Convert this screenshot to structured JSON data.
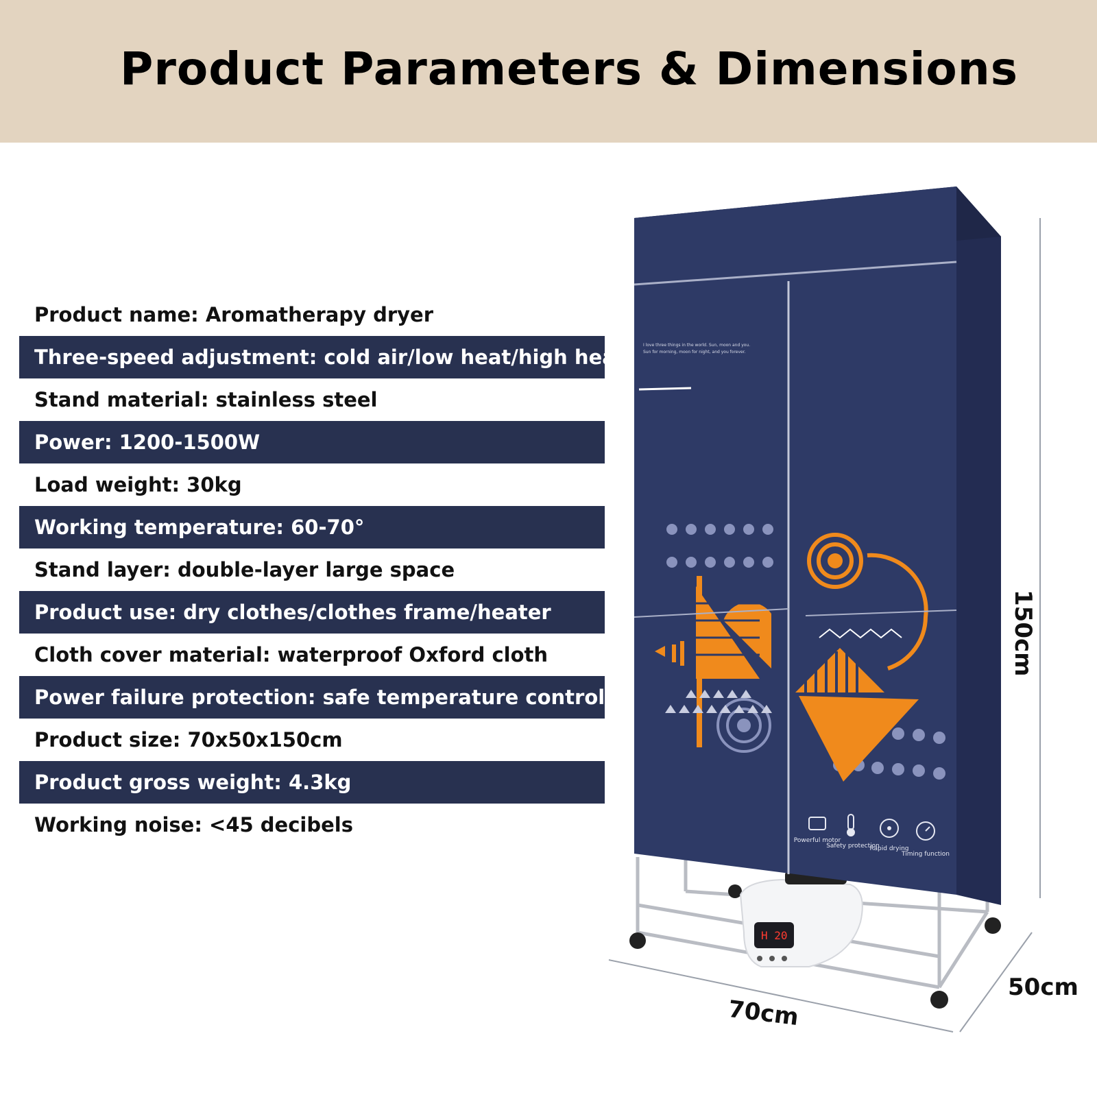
{
  "title": "Product Parameters & Dimensions",
  "specs": [
    {
      "text": "Product name: Aromatherapy dryer",
      "style": "light"
    },
    {
      "text": "Three-speed adjustment: cold air/low heat/high heat",
      "style": "dark"
    },
    {
      "text": "Stand material: stainless steel",
      "style": "light"
    },
    {
      "text": "Power: 1200-1500W",
      "style": "dark"
    },
    {
      "text": "Load weight: 30kg",
      "style": "light"
    },
    {
      "text": "Working temperature: 60-70°",
      "style": "dark"
    },
    {
      "text": "Stand layer: double-layer large space",
      "style": "light"
    },
    {
      "text": "Product use: dry clothes/clothes frame/heater",
      "style": "dark"
    },
    {
      "text": "Cloth cover material: waterproof Oxford cloth",
      "style": "light"
    },
    {
      "text": "Power failure protection: safe temperature control",
      "style": "dark"
    },
    {
      "text": "Product size: 70x50x150cm",
      "style": "light"
    },
    {
      "text": "Product gross weight: 4.3kg",
      "style": "dark"
    },
    {
      "text": "Working noise: <45 decibels",
      "style": "light"
    }
  ],
  "dimensions": {
    "height": "150cm",
    "depth": "50cm",
    "width": "70cm"
  },
  "cover_slogan": [
    "I love three things in the world. Sun, moon and you.",
    "Sun for morning, moon for night, and you forever."
  ],
  "feature_icons": [
    {
      "icon": "motor-icon",
      "label": "Powerful motor"
    },
    {
      "icon": "thermometer-icon",
      "label": "Safety protection"
    },
    {
      "icon": "fan-icon",
      "label": "Rapid drying"
    },
    {
      "icon": "timer-icon",
      "label": "Timing function"
    }
  ],
  "display_readout": "H 20",
  "colors": {
    "header_bg": "#e3d4c0",
    "row_dark": "#283150",
    "cover": "#2e3a66",
    "accent": "#f08a1c"
  }
}
